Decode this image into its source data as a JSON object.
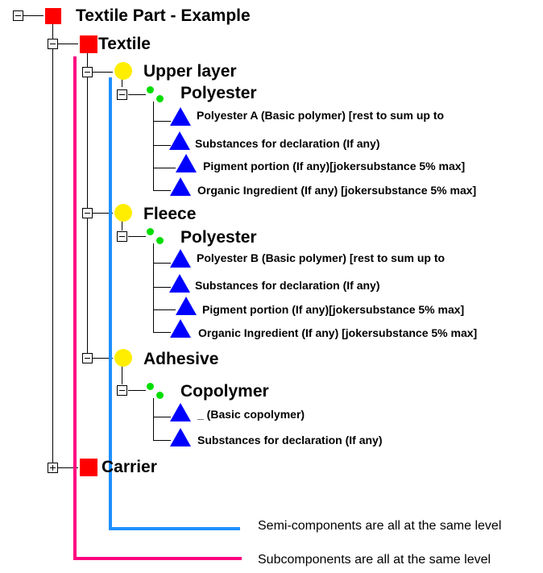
{
  "tree": {
    "root": "Textile Part - Example",
    "textile": "Textile",
    "upper_layer": "Upper layer",
    "upper_polyester": "Polyester",
    "upper_subs": [
      "Polyester A (Basic polymer) [rest to sum up to",
      "Substances for declaration (If any)",
      "Pigment portion (If any)[jokersubstance 5% max]",
      "Organic Ingredient (If any) [jokersubstance  5% max]"
    ],
    "fleece": "Fleece",
    "fleece_polyester": "Polyester",
    "fleece_subs": [
      "Polyester B (Basic polymer) [rest to sum up to",
      "Substances for declaration (If any)",
      "Pigment portion (If any)[jokersubstance 5% max]",
      "Organic Ingredient (If any) [jokersubstance  5% max]"
    ],
    "adhesive": "Adhesive",
    "copolymer": "Copolymer",
    "copolymer_subs": [
      "_ (Basic copolymer)",
      "Substances for declaration (If any)"
    ],
    "carrier": "Carrier"
  },
  "notes": {
    "semi": "Semi-components are all at the same level",
    "sub": "Subcomponents are all at the same level"
  },
  "colors": {
    "component": "#ff0000",
    "semi_component": "#ffee00",
    "material": "#00dd00",
    "substance": "#0000ff",
    "semi_bracket": "#1e90ff",
    "sub_bracket": "#ff0080"
  }
}
